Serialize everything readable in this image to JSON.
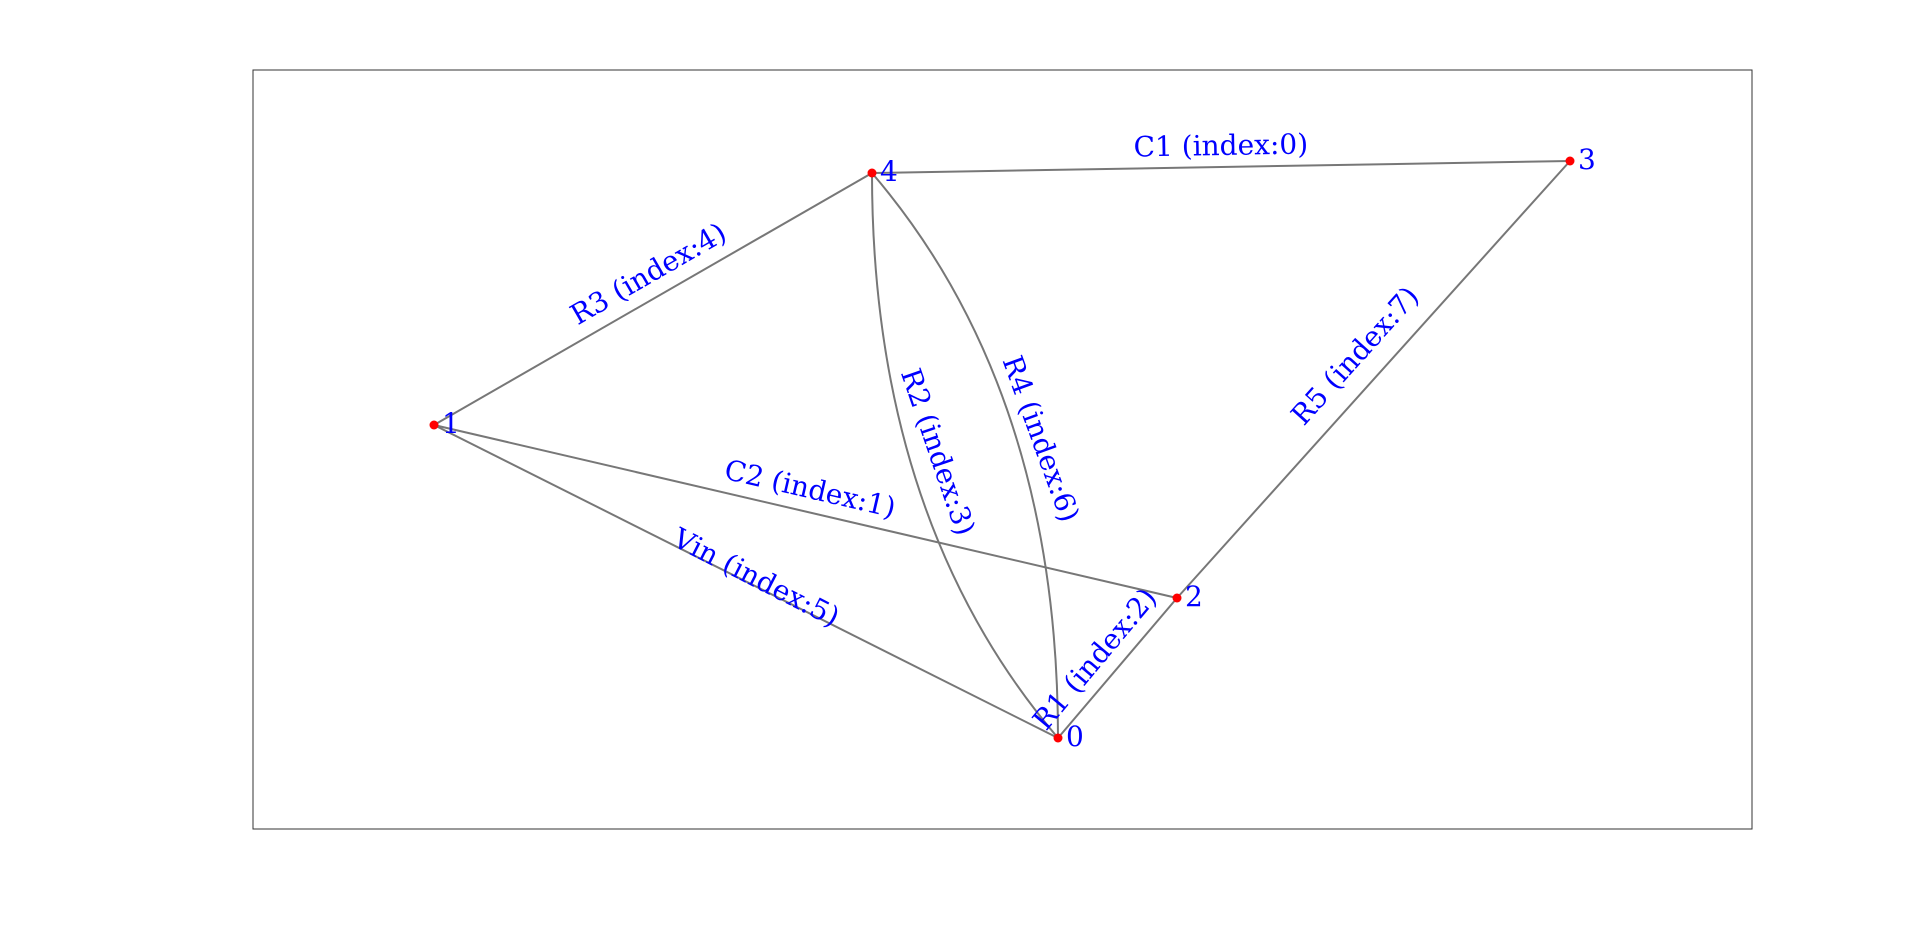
{
  "colors": {
    "edge": "#777777",
    "node": "#ff0000",
    "label": "#0000ff",
    "frame": "#333333"
  },
  "nodes": [
    {
      "id": "0",
      "label": "0"
    },
    {
      "id": "1",
      "label": "1"
    },
    {
      "id": "2",
      "label": "2"
    },
    {
      "id": "3",
      "label": "3"
    },
    {
      "id": "4",
      "label": "4"
    }
  ],
  "edges": [
    {
      "id": "C1",
      "from": "4",
      "to": "3",
      "label": "C1 (index:0)"
    },
    {
      "id": "C2",
      "from": "1",
      "to": "2",
      "label": "C2 (index:1)"
    },
    {
      "id": "R1",
      "from": "0",
      "to": "2",
      "label": "R1 (index:2)"
    },
    {
      "id": "R2",
      "from": "4",
      "to": "0",
      "label": "R2 (index:3)"
    },
    {
      "id": "R3",
      "from": "1",
      "to": "4",
      "label": "R3 (index:4)"
    },
    {
      "id": "Vin",
      "from": "1",
      "to": "0",
      "label": "Vin (index:5)"
    },
    {
      "id": "R4",
      "from": "4",
      "to": "0",
      "label": "R4 (index:6)"
    },
    {
      "id": "R5",
      "from": "2",
      "to": "3",
      "label": "R5 (index:7)"
    }
  ]
}
